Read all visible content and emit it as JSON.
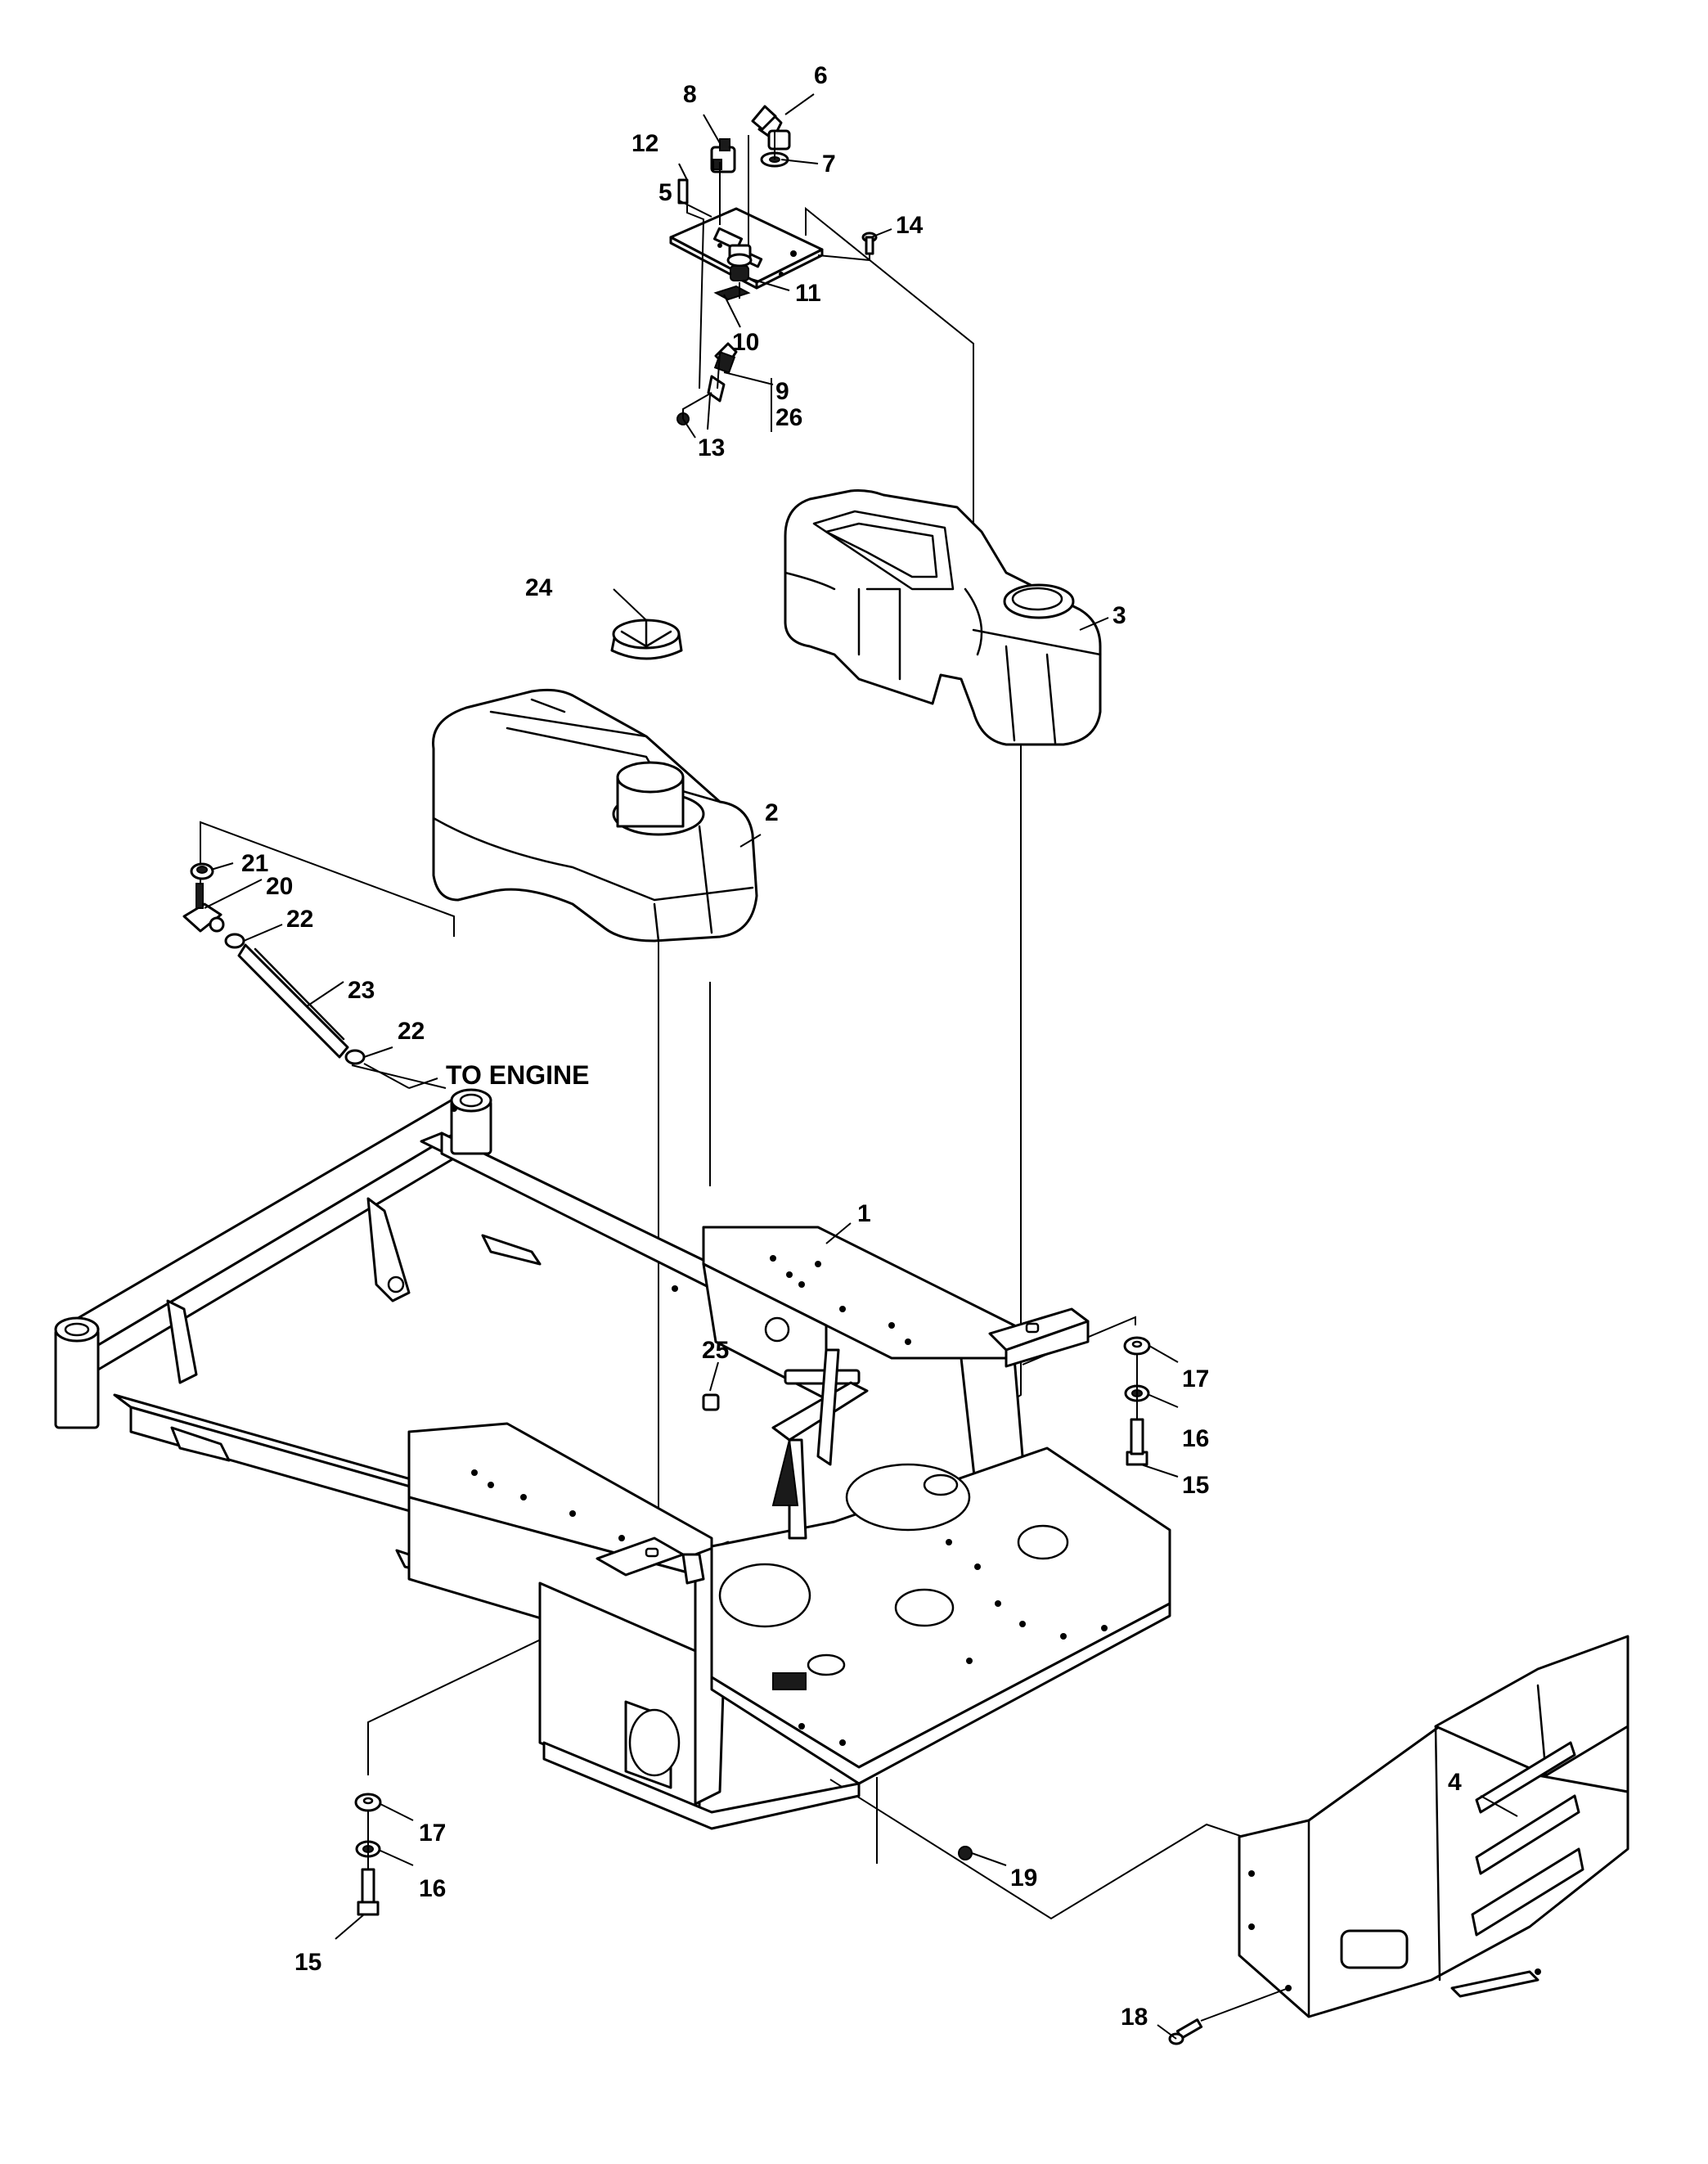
{
  "diagram": {
    "callouts": {
      "c1": "1",
      "c2": "2",
      "c3": "3",
      "c4": "4",
      "c5": "5",
      "c6": "6",
      "c7": "7",
      "c8": "8",
      "c9": "9",
      "c10": "10",
      "c11": "11",
      "c12": "12",
      "c13": "13",
      "c14": "14",
      "c15a": "15",
      "c15b": "15",
      "c16a": "16",
      "c16b": "16",
      "c17a": "17",
      "c17b": "17",
      "c18": "18",
      "c19": "19",
      "c20": "20",
      "c21": "21",
      "c22a": "22",
      "c22b": "22",
      "c23": "23",
      "c24": "24",
      "c25": "25",
      "c26": "26"
    },
    "note": "TO ENGINE"
  }
}
